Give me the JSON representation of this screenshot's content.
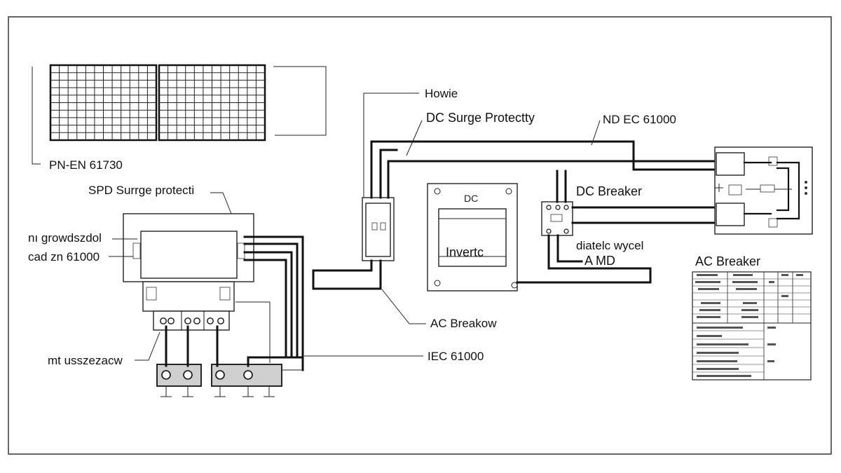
{
  "labels": {
    "pn_en": "PN-EN 61730",
    "spd_title": "SPD Surrge protecti",
    "growdszdol": "nı growdszdol",
    "cad": "cad zn 61000",
    "usszezacw": "mt usszezacw",
    "howie": "Howie",
    "dc_surge": "DC Surge Protectty",
    "nd_ec": "ND EC 61000",
    "dc": "DC",
    "inverter": "Invertc",
    "dc_breaker": "DC Breaker",
    "diatelc": "diatelc wycel",
    "amd": "A MD",
    "ac_breakow": "AC Breakow",
    "iec": "IEC 61000",
    "ac_breaker": "AC Breaker"
  },
  "colors": {
    "line": "#111111",
    "frame": "#333333",
    "background": "#ffffff"
  }
}
